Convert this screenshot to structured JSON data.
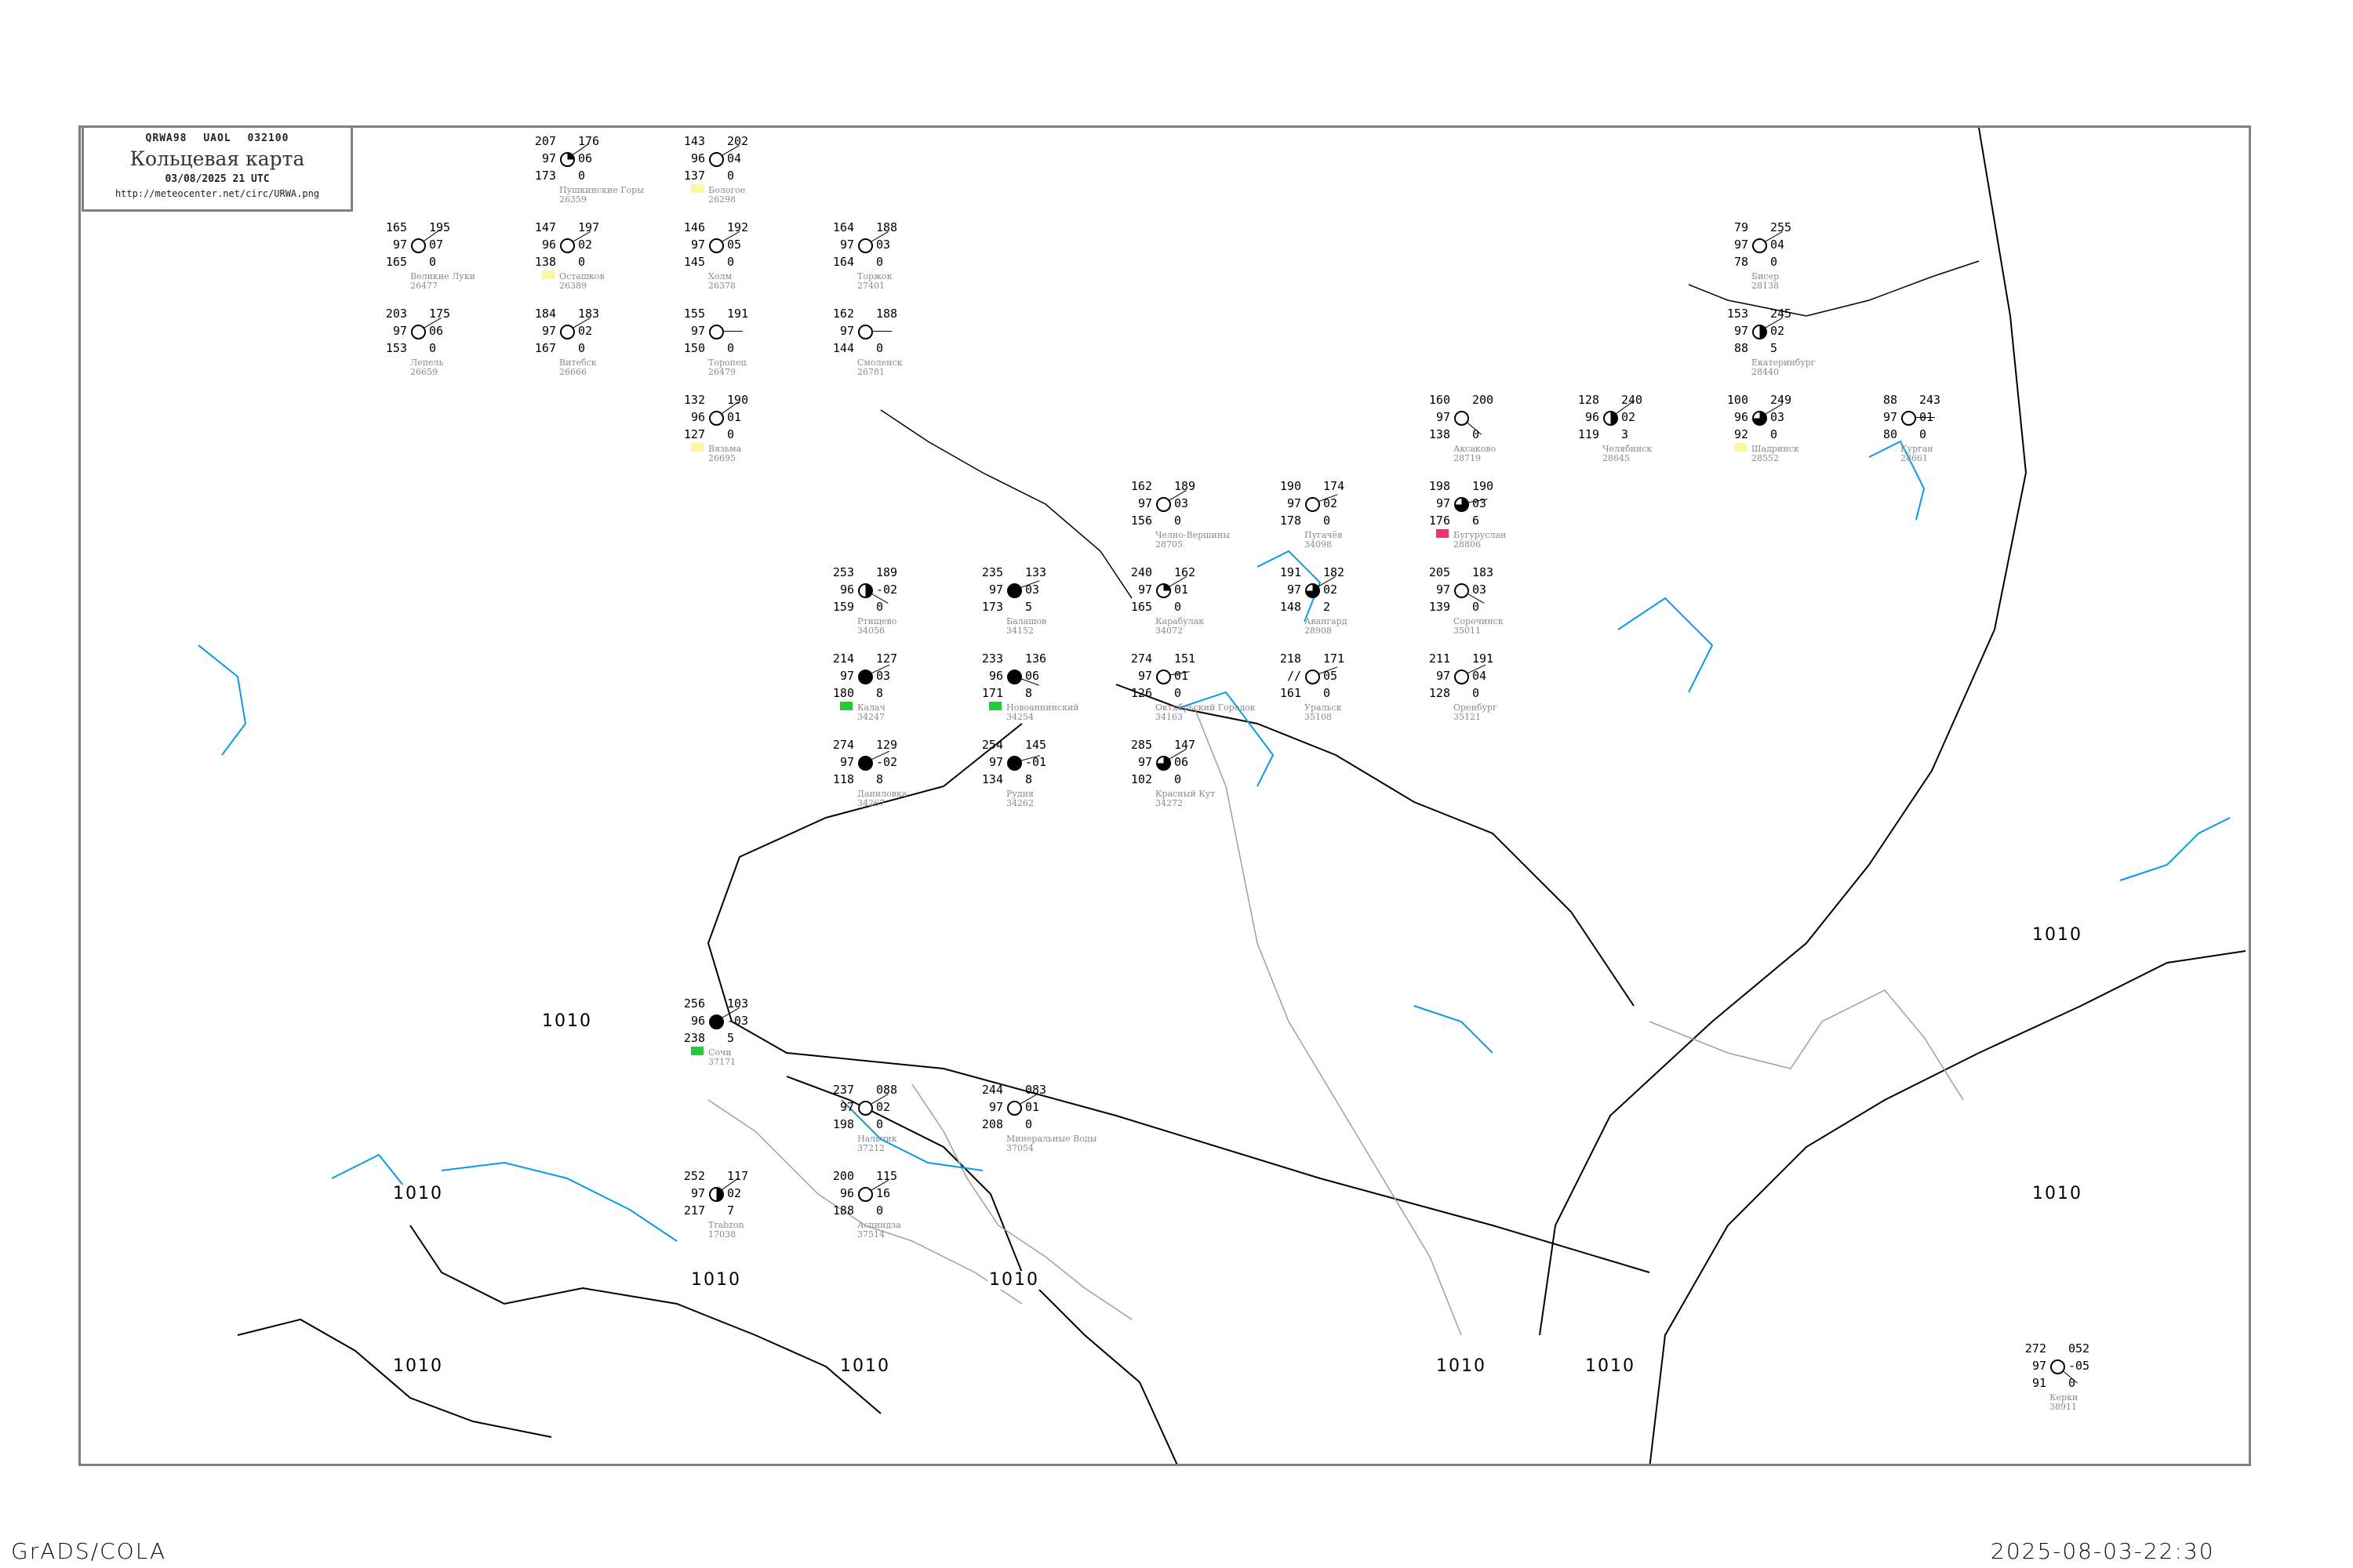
{
  "header": {
    "code": "QRWA98  UAOL  032100",
    "title": "Кольцевая карта",
    "datetime": "03/08/2025 21 UTC",
    "url": "http://meteocenter.net/circ/URWA.png"
  },
  "footer": {
    "software": "GrADS/COLA",
    "timestamp": "2025-08-03-22:30"
  },
  "colors": {
    "isobar": "#000000",
    "isotherm": "#0a9be6",
    "coastline": "#a0a0a0",
    "station_name": "#8a8a8a",
    "marker_yellow": "#fff59a",
    "marker_green": "#22cc33",
    "marker_red": "#ee3366"
  },
  "isobar_labels": [
    "1010",
    "1010",
    "1010",
    "1010",
    "1010",
    "1010",
    "1010",
    "1010",
    "1010",
    "1010"
  ],
  "stations": [
    {
      "name": "Балашов",
      "id": "34152",
      "tl": "235",
      "ml": "97",
      "bl": "173",
      "tr": "133",
      "mr": "03",
      "br": "5",
      "cover": 4
    },
    {
      "name": "Ртищево",
      "id": "34056",
      "tl": "253",
      "ml": "96",
      "bl": "159",
      "tr": "189",
      "mr": "-02",
      "br": "0",
      "cover": 2
    },
    {
      "name": "Карабулак",
      "id": "34072",
      "tl": "240",
      "ml": "97",
      "bl": "165",
      "tr": "162",
      "mr": "01",
      "br": "0",
      "cover": 1
    },
    {
      "name": "Калач",
      "id": "34247",
      "tl": "214",
      "ml": "97",
      "bl": "180",
      "tr": "127",
      "mr": "03",
      "br": "8",
      "cover": 4,
      "marker": "green"
    },
    {
      "name": "Новоаннинский",
      "id": "34254",
      "tl": "233",
      "ml": "96",
      "bl": "171",
      "tr": "136",
      "mr": "06",
      "br": "8",
      "cover": 4,
      "marker": "green"
    },
    {
      "name": "Рудня",
      "id": "34262",
      "tl": "254",
      "ml": "97",
      "bl": "134",
      "tr": "145",
      "mr": "-01",
      "br": "8",
      "cover": 4
    },
    {
      "name": "Октябрьский Городок",
      "id": "34163",
      "tl": "274",
      "ml": "97",
      "bl": "126",
      "tr": "151",
      "mr": "01",
      "br": "0",
      "cover": 0
    },
    {
      "name": "Красный Кут",
      "id": "34272",
      "tl": "285",
      "ml": "97",
      "bl": "102",
      "tr": "147",
      "mr": "06",
      "br": "0",
      "cover": 3
    },
    {
      "name": "Даниловка",
      "id": "34267",
      "tl": "274",
      "ml": "97",
      "bl": "118",
      "tr": "129",
      "mr": "-02",
      "br": "8",
      "cover": 4
    },
    {
      "name": "Бугуруслан",
      "id": "28806",
      "tl": "198",
      "ml": "97",
      "bl": "176",
      "tr": "190",
      "mr": "03",
      "br": "6",
      "cover": 3,
      "marker": "red"
    },
    {
      "name": "Авангард",
      "id": "28908",
      "tl": "191",
      "ml": "97",
      "bl": "148",
      "tr": "182",
      "mr": "02",
      "br": "2",
      "cover": 3
    },
    {
      "name": "Сорочинск",
      "id": "35011",
      "tl": "205",
      "ml": "97",
      "bl": "139",
      "tr": "183",
      "mr": "03",
      "br": "0",
      "cover": 0
    },
    {
      "name": "Пугачёв",
      "id": "34098",
      "tl": "190",
      "ml": "97",
      "bl": "178",
      "tr": "174",
      "mr": "02",
      "br": "0",
      "cover": 0
    },
    {
      "name": "Аксаково",
      "id": "28719",
      "tl": "160",
      "ml": "97",
      "bl": "138",
      "tr": "200",
      "mr": "",
      "br": "0",
      "cover": 0
    },
    {
      "name": "Оренбург",
      "id": "35121",
      "tl": "211",
      "ml": "97",
      "bl": "128",
      "tr": "191",
      "mr": "04",
      "br": "0",
      "cover": 0
    },
    {
      "name": "Уральск",
      "id": "35108",
      "tl": "218",
      "ml": "//",
      "bl": "161",
      "tr": "171",
      "mr": "05",
      "br": "0",
      "cover": 0
    },
    {
      "name": "Челно-Вершины",
      "id": "28705",
      "tl": "162",
      "ml": "97",
      "bl": "156",
      "tr": "189",
      "mr": "03",
      "br": "0",
      "cover": 0
    },
    {
      "name": "Пушкинские Горы",
      "id": "26359",
      "tl": "207",
      "ml": "97",
      "bl": "173",
      "tr": "176",
      "mr": "06",
      "br": "0",
      "cover": 1
    },
    {
      "name": "Холм",
      "id": "26378",
      "tl": "146",
      "ml": "97",
      "bl": "145",
      "tr": "192",
      "mr": "05",
      "br": "0",
      "cover": 0
    },
    {
      "name": "Осташков",
      "id": "26389",
      "tl": "147",
      "ml": "96",
      "bl": "138",
      "tr": "197",
      "mr": "02",
      "br": "0",
      "cover": 0,
      "marker": "yellow"
    },
    {
      "name": "Великие Луки",
      "id": "26477",
      "tl": "165",
      "ml": "97",
      "bl": "165",
      "tr": "195",
      "mr": "07",
      "br": "0",
      "cover": 0
    },
    {
      "name": "Торопец",
      "id": "26479",
      "tl": "155",
      "ml": "97",
      "bl": "150",
      "tr": "191",
      "mr": "",
      "br": "0",
      "cover": 0
    },
    {
      "name": "Витебск",
      "id": "26666",
      "tl": "184",
      "ml": "97",
      "bl": "167",
      "tr": "183",
      "mr": "02",
      "br": "0",
      "cover": 0
    },
    {
      "name": "Вязьма",
      "id": "26695",
      "tl": "132",
      "ml": "96",
      "bl": "127",
      "tr": "190",
      "mr": "01",
      "br": "0",
      "cover": 0,
      "marker": "yellow"
    },
    {
      "name": "Смоленск",
      "id": "26781",
      "tl": "162",
      "ml": "97",
      "bl": "144",
      "tr": "188",
      "mr": "",
      "br": "0",
      "cover": 0
    },
    {
      "name": "Лепель",
      "id": "26659",
      "tl": "203",
      "ml": "97",
      "bl": "153",
      "tr": "175",
      "mr": "06",
      "br": "0",
      "cover": 0
    },
    {
      "name": "Бологое",
      "id": "26298",
      "tl": "143",
      "ml": "96",
      "bl": "137",
      "tr": "202",
      "mr": "04",
      "br": "0",
      "cover": 0,
      "marker": "yellow"
    },
    {
      "name": "Торжок",
      "id": "27401",
      "tl": "164",
      "ml": "97",
      "bl": "164",
      "tr": "188",
      "mr": "03",
      "br": "0",
      "cover": 0
    },
    {
      "name": "Екатеринбург",
      "id": "28440",
      "tl": "153",
      "ml": "97",
      "bl": "88",
      "tr": "245",
      "mr": "02",
      "br": "5",
      "cover": 2
    },
    {
      "name": "Шадринск",
      "id": "28552",
      "tl": "100",
      "ml": "96",
      "bl": "92",
      "tr": "249",
      "mr": "03",
      "br": "0",
      "cover": 3,
      "marker": "yellow"
    },
    {
      "name": "Курган",
      "id": "28661",
      "tl": "88",
      "ml": "97",
      "bl": "80",
      "tr": "243",
      "mr": "01",
      "br": "0",
      "cover": 0
    },
    {
      "name": "Челябинск",
      "id": "28645",
      "tl": "128",
      "ml": "96",
      "bl": "119",
      "tr": "240",
      "mr": "02",
      "br": "3",
      "cover": 2
    },
    {
      "name": "Бисер",
      "id": "28138",
      "tl": "79",
      "ml": "97",
      "bl": "78",
      "tr": "255",
      "mr": "04",
      "br": "0",
      "cover": 0
    },
    {
      "name": "Сочи",
      "id": "37171",
      "tl": "256",
      "ml": "96",
      "bl": "238",
      "tr": "103",
      "mr": "-03",
      "br": "5",
      "cover": 4,
      "marker": "green"
    },
    {
      "name": "Trabzon",
      "id": "17038",
      "tl": "252",
      "ml": "97",
      "bl": "217",
      "tr": "117",
      "mr": "02",
      "br": "7",
      "cover": 2
    },
    {
      "name": "Минеральные Воды",
      "id": "37054",
      "tl": "244",
      "ml": "97",
      "bl": "208",
      "tr": "083",
      "mr": "01",
      "br": "0",
      "cover": 0
    },
    {
      "name": "Нальчик",
      "id": "37212",
      "tl": "237",
      "ml": "97",
      "bl": "198",
      "tr": "088",
      "mr": "02",
      "br": "0",
      "cover": 0
    },
    {
      "name": "Аспиндза",
      "id": "37514",
      "tl": "200",
      "ml": "96",
      "bl": "188",
      "tr": "115",
      "mr": "16",
      "br": "0",
      "cover": 0
    },
    {
      "name": "Керки",
      "id": "38911",
      "tl": "272",
      "ml": "97",
      "bl": "91",
      "tr": "052",
      "mr": "-05",
      "br": "0",
      "cover": 0
    }
  ]
}
